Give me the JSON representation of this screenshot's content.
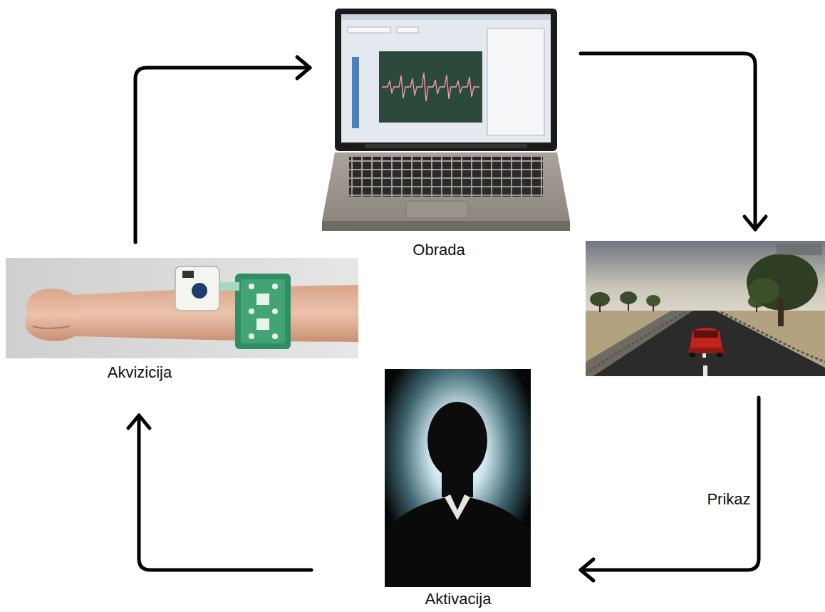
{
  "diagram": {
    "nodes": [
      {
        "text": [
          "Akvizicija"
        ]
      },
      {
        "text": [
          "Obrada"
        ]
      },
      {
        "text": [
          "Prikaz"
        ]
      },
      {
        "text": [
          "Aktivacija"
        ]
      }
    ],
    "edges": [
      {
        "from": 0,
        "to": 1,
        "arrow": "to"
      },
      {
        "from": 1,
        "to": 2,
        "arrow": "to"
      },
      {
        "from": 2,
        "to": 3,
        "arrow": "to"
      },
      {
        "from": 3,
        "to": 0,
        "arrow": "to"
      }
    ]
  }
}
